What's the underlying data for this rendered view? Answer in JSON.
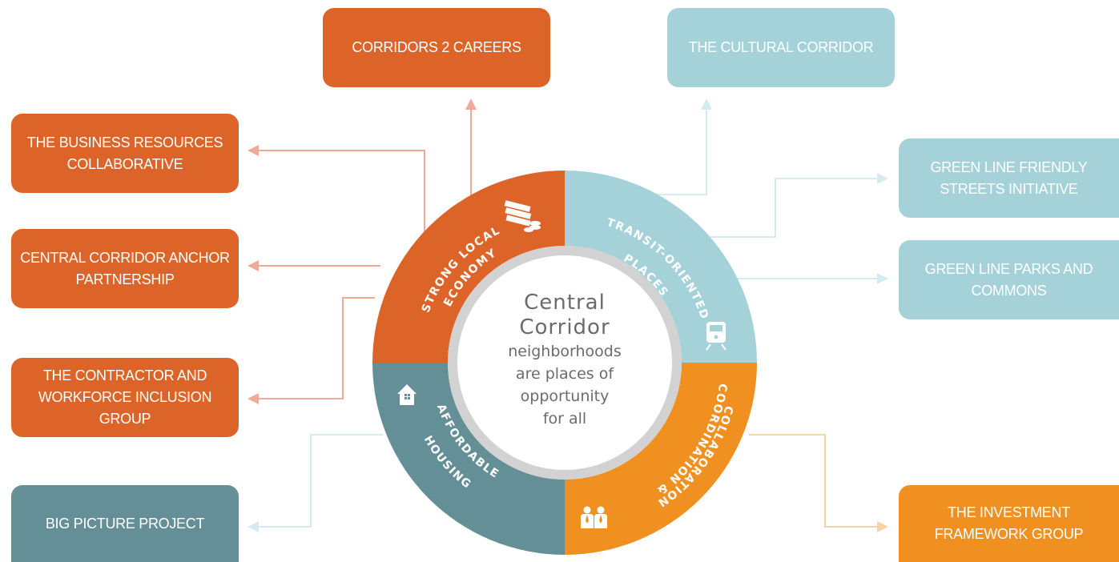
{
  "center": {
    "title_line1": "Central",
    "title_line2": "Corridor",
    "body_lines": [
      "neighborhoods",
      "are places of",
      "opportunity",
      "for all"
    ]
  },
  "segments": [
    {
      "id": "economy",
      "line1": "STRONG LOCAL",
      "line2": "ECONOMY",
      "icon": "money-icon",
      "color": "#dd6429"
    },
    {
      "id": "transit",
      "line1": "TRANSIT-ORIENTED",
      "line2": "PLACES",
      "icon": "train-icon",
      "color": "#a4d2d8"
    },
    {
      "id": "coordination",
      "line1": "COORDINATION &",
      "line2": "COLLABORATION",
      "icon": "people-icon",
      "color": "#ef9021"
    },
    {
      "id": "housing",
      "line1": "AFFORDABLE",
      "line2": "HOUSING",
      "icon": "house-icon",
      "color": "#648f96"
    }
  ],
  "boxes": {
    "corridors_2_careers": "CORRIDORS 2 CAREERS",
    "cultural_corridor": "THE CULTURAL CORRIDOR",
    "business_resources": "THE BUSINESS RESOURCES\nCOLLABORATIVE",
    "anchor_partnership": "CENTRAL CORRIDOR ANCHOR\nPARTNERSHIP",
    "contractor_workforce": "THE CONTRACTOR AND\nWORKFORCE INCLUSION GROUP",
    "big_picture": "BIG PICTURE PROJECT",
    "friendly_streets": "GREEN LINE FRIENDLY\nSTREETS INITIATIVE",
    "parks_commons": "GREEN LINE PARKS AND\nCOMMONS",
    "investment_framework": "THE INVESTMENT\nFRAMEWORK GROUP"
  },
  "colors": {
    "orange": "#dd6429",
    "light_blue": "#a4d2d8",
    "slate": "#648f96",
    "gold": "#ef9021",
    "center_text": "#6b6b6b"
  }
}
